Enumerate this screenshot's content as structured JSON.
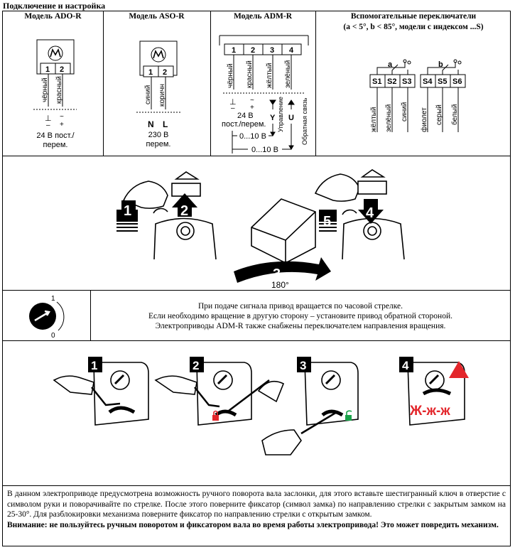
{
  "title": "Подключение и настройка",
  "wiring": {
    "ado": {
      "heading": "Модель ADO-R",
      "terminals": [
        "1",
        "2"
      ],
      "wires": [
        "чёрный",
        "красный"
      ],
      "symbols": [
        "⊥",
        "~",
        "–",
        "+"
      ],
      "supply": "24 В пост./",
      "supply2": "перем."
    },
    "aso": {
      "heading": "Модель ASO-R",
      "terminals": [
        "1",
        "2"
      ],
      "wires": [
        "синий",
        "коричн"
      ],
      "symbols": [
        "N",
        "L"
      ],
      "supply": "230 В",
      "supply2": "перем."
    },
    "adm": {
      "heading": "Модель ADM-R",
      "terminals": [
        "1",
        "2",
        "3",
        "4"
      ],
      "wires": [
        "чёрный",
        "красный",
        "жёлтый",
        "зелёный"
      ],
      "symbols": [
        "⊥",
        "~",
        "–",
        "+",
        "Y",
        "U"
      ],
      "supply": "24 В",
      "supply2": "пост./перем.",
      "control_label": "Управление",
      "feedback_label": "Обратная связь",
      "range1": "0...10 В",
      "range2": "0...10 В"
    },
    "aux": {
      "heading": "Вспомогательные переключатели",
      "subheading": "(a < 5°, b < 85°, модели с индексом ...S)",
      "switch_a": "a",
      "switch_b": "b",
      "terminals": [
        "S1",
        "S2",
        "S3",
        "S4",
        "S5",
        "S6"
      ],
      "wires": [
        "жёлтый",
        "зелёный",
        "синий",
        "фиолет",
        "серый",
        "белый"
      ]
    }
  },
  "install": {
    "steps": [
      "1",
      "2",
      "3",
      "4",
      "5"
    ],
    "angle": "180°"
  },
  "rotation": {
    "dial_marks": [
      "1",
      "0"
    ],
    "lines": [
      "При подаче сигнала привод вращается по часовой стрелке.",
      "Если необходимо вращение в другую сторону – установите привод обратной стороной.",
      "Электроприводы ADM-R также снабжены переключателем направления вращения."
    ]
  },
  "manual": {
    "steps": [
      "1",
      "2",
      "3",
      "4"
    ],
    "warning_mark": "Ж-ж-ж"
  },
  "footer": {
    "text": "В данном электроприводе предусмотрена возможность ручного поворота вала заслонки, для этого вставьте шестигранный ключ в отверстие с символом руки и поворачивайте по стрелке. После этого поверните фиксатор (символ замка) по направлению стрелки с закрытым замком на 25-30°. Для разблокировки механизма поверните фиксатор по направлению стрелки с открытым замком.",
    "warning": "Внимание: не пользуйтесь ручным поворотом и фиксатором вала во время работы электропривода! Это может повредить механизм."
  },
  "colors": {
    "red": "#e3262b",
    "green": "#1aa34a",
    "black": "#000000"
  }
}
